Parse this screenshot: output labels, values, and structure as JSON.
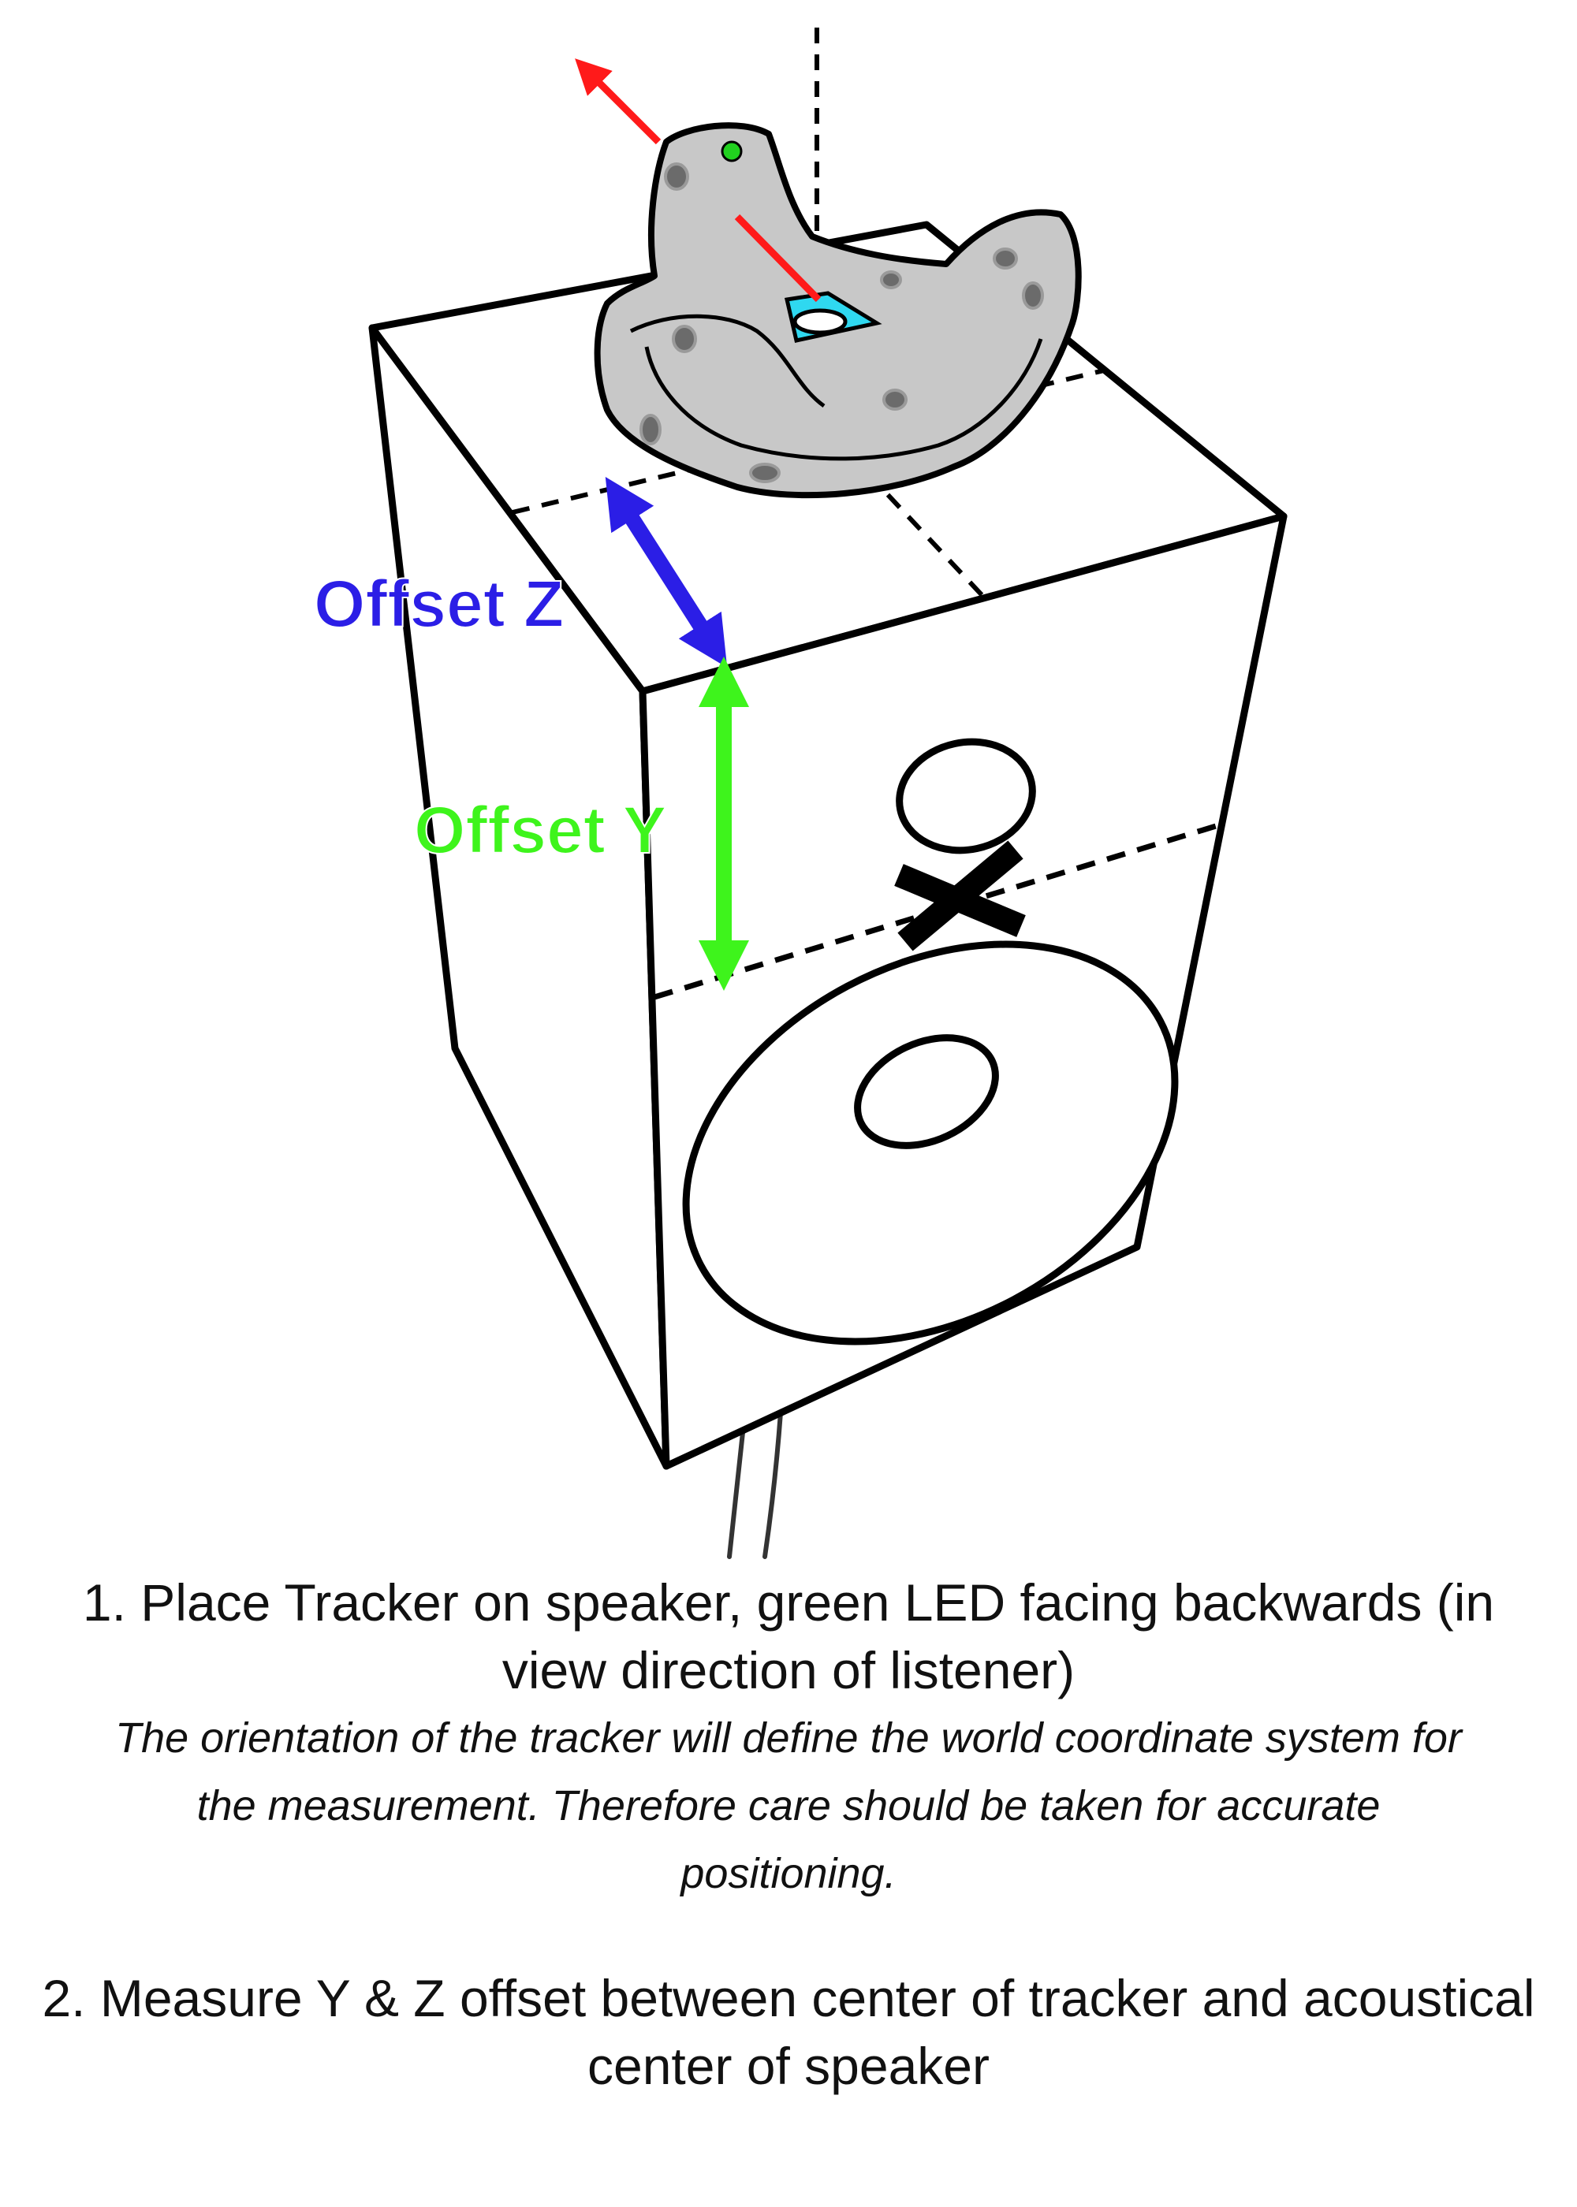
{
  "diagram": {
    "labels": {
      "offset_z": "Offset Z",
      "offset_y": "Offset Y"
    },
    "colors": {
      "offset_z": "#2b1ee6",
      "offset_y": "#3ef41c",
      "orientation_arrow": "#ff1a1a",
      "led": "#21d11f",
      "tracker_body": "#c8c8c8",
      "tracker_pin": "#2fd8f0",
      "outline": "#000000"
    },
    "icons": [
      "speaker-icon",
      "vive-tracker-icon",
      "acoustic-center-x-icon"
    ]
  },
  "instructions": {
    "step_1": {
      "title": "1. Place Tracker on speaker, green LED facing backwards (in view direction of listener)",
      "note": "The orientation of the tracker will define the world coordinate system for the measurement. Therefore care should be taken for accurate positioning."
    },
    "step_2": {
      "title": "2. Measure Y & Z offset between center of tracker and acoustical center of speaker"
    }
  }
}
